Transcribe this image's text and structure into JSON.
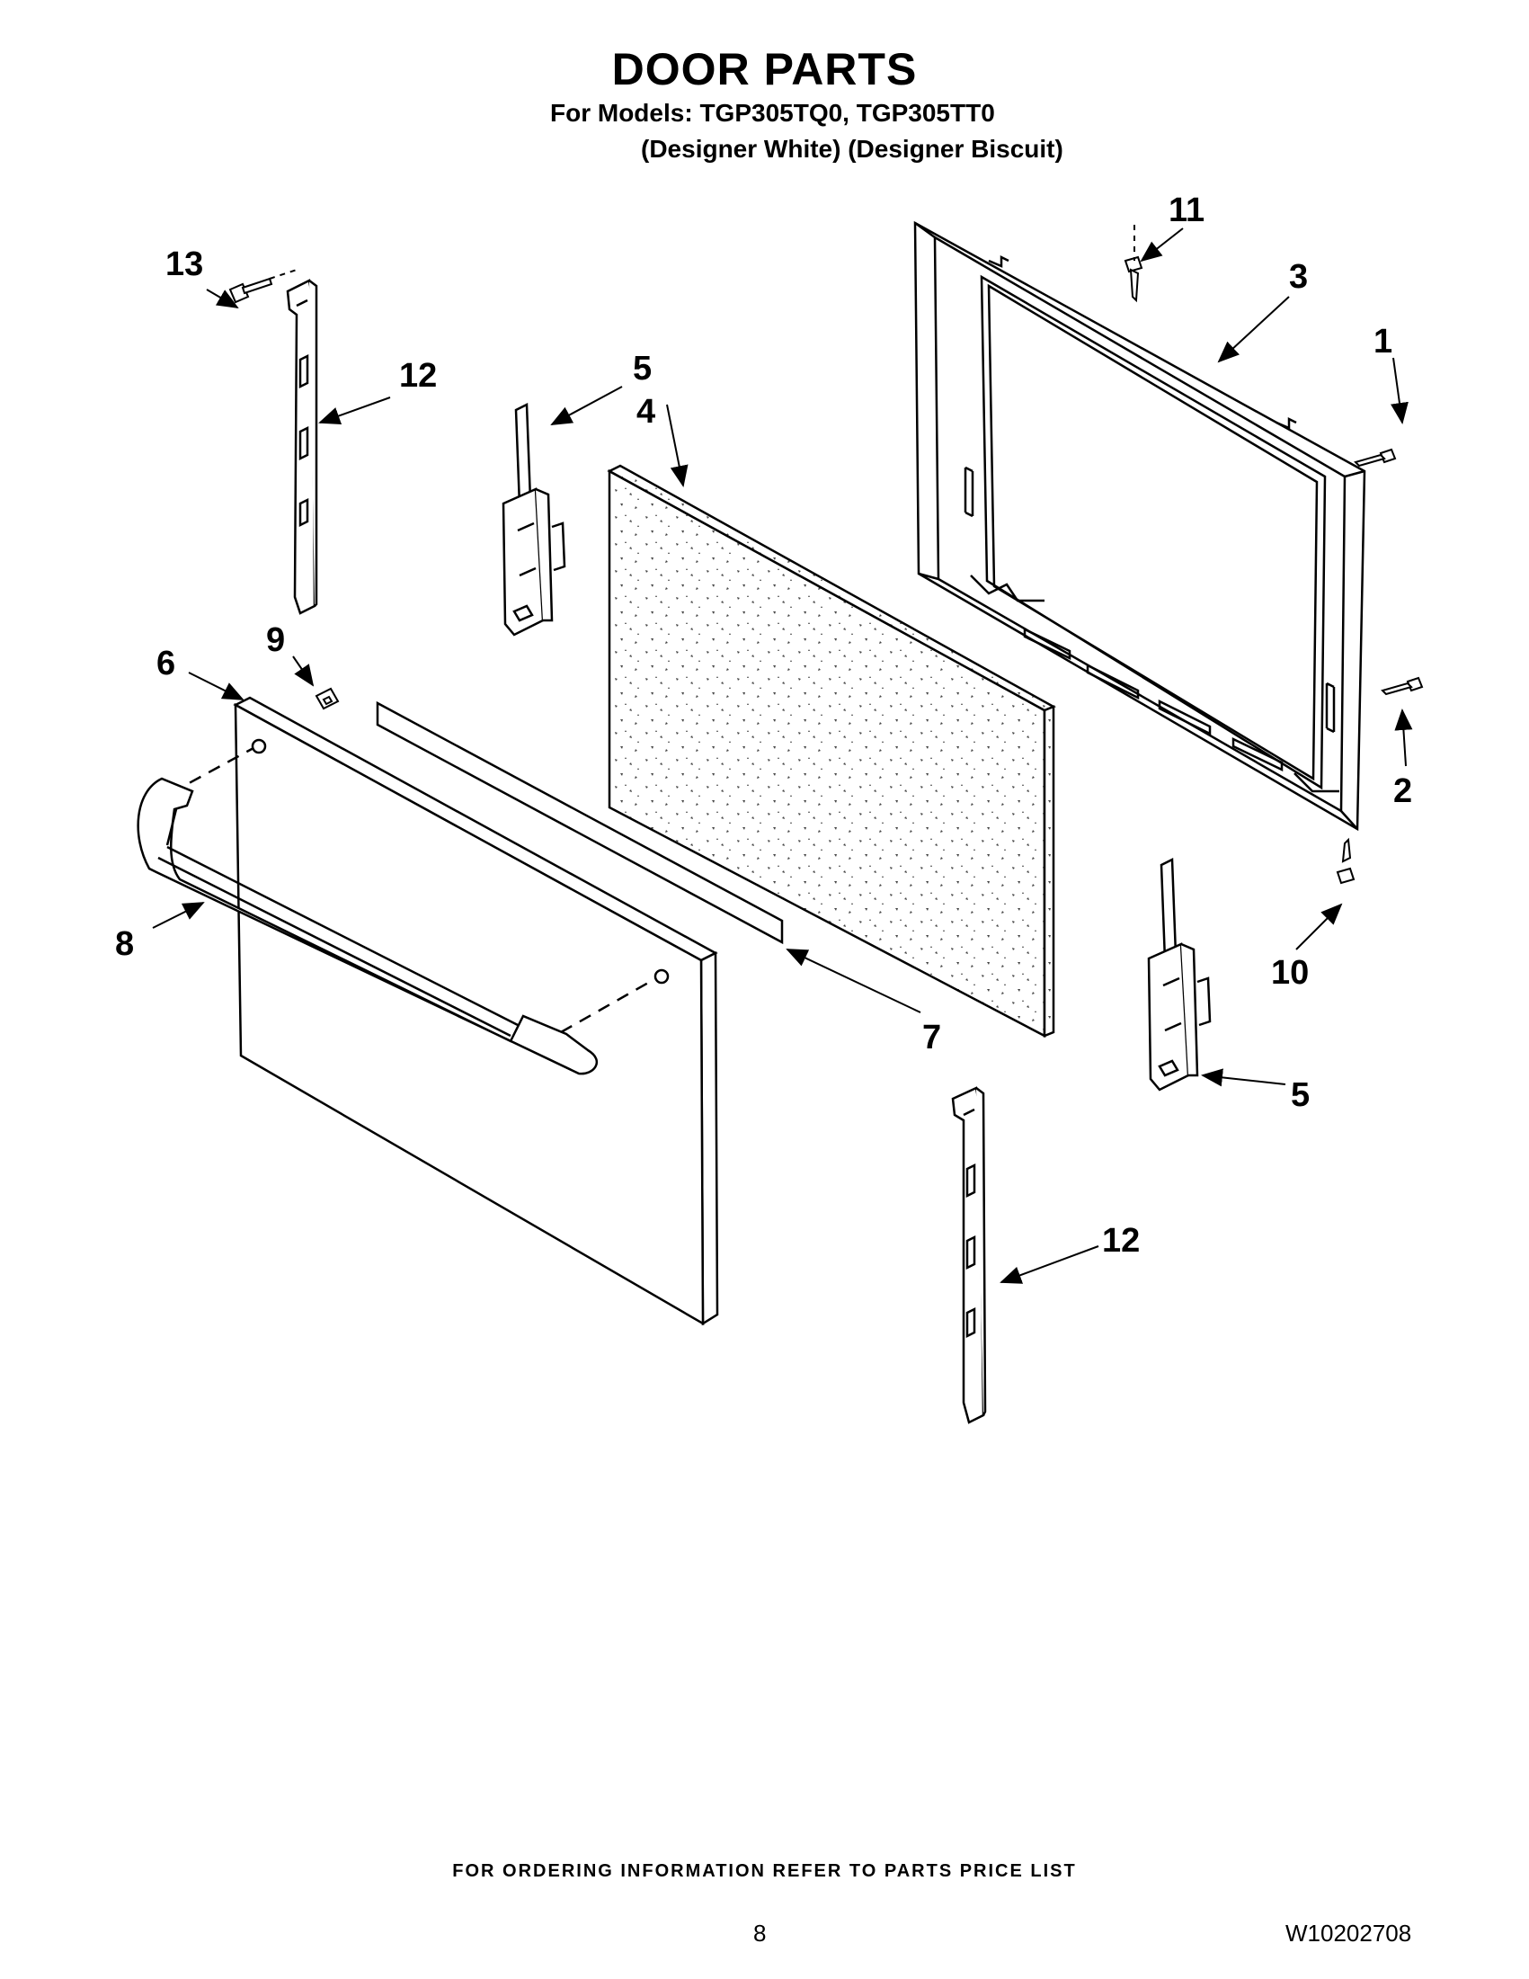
{
  "header": {
    "title": "DOOR PARTS",
    "models_line": "For Models: TGP305TQ0, TGP305TT0",
    "colors_line": "(Designer White) (Designer Biscuit)"
  },
  "callouts": {
    "c1": "1",
    "c2": "2",
    "c3": "3",
    "c4": "4",
    "c5a": "5",
    "c5b": "5",
    "c6": "6",
    "c7": "7",
    "c8": "8",
    "c9": "9",
    "c10": "10",
    "c11": "11",
    "c12a": "12",
    "c12b": "12",
    "c13": "13"
  },
  "footer": {
    "ordering_note": "FOR ORDERING INFORMATION REFER TO PARTS PRICE LIST",
    "page_number": "8",
    "document_number": "W10202708"
  }
}
